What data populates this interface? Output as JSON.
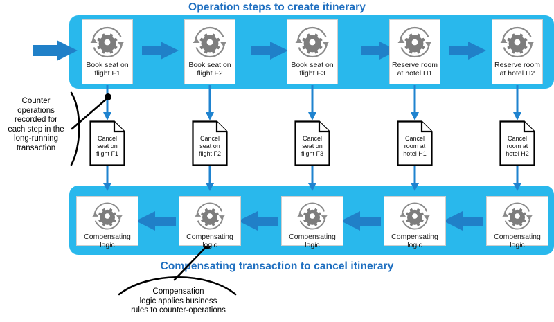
{
  "diagram": {
    "title_top": "Operation steps to create itinerary",
    "title_bottom": "Compensating transaction to cancel itinerary",
    "colors": {
      "band": "#29b8ec",
      "arrow": "#2080c8",
      "title_text": "#1f6fc0",
      "gear": "#7a7a7a",
      "box_bg": "#ffffff",
      "annotation_line": "#000000"
    },
    "steps": [
      {
        "label": "Book seat on\nflight F1",
        "icon": "operation-gear-icon"
      },
      {
        "label": "Book seat on\nflight F2",
        "icon": "operation-gear-icon"
      },
      {
        "label": "Book seat on\nflight F3",
        "icon": "operation-gear-icon"
      },
      {
        "label": "Reserve room\nat hotel H1",
        "icon": "operation-gear-icon"
      },
      {
        "label": "Reserve room\nat hotel H2",
        "icon": "operation-gear-icon"
      }
    ],
    "counter_operations": [
      {
        "label": "Cancel\nseat on\nflight F1",
        "icon": "document-icon"
      },
      {
        "label": "Cancel\nseat on\nflight F2",
        "icon": "document-icon"
      },
      {
        "label": "Cancel\nseat on\nflight F3",
        "icon": "document-icon"
      },
      {
        "label": "Cancel\nroom at\nhotel H1",
        "icon": "document-icon"
      },
      {
        "label": "Cancel\nroom at\nhotel H2",
        "icon": "document-icon"
      }
    ],
    "compensating_steps": [
      {
        "label": "Compensating\nlogic",
        "icon": "operation-gear-icon"
      },
      {
        "label": "Compensating\nlogic",
        "icon": "operation-gear-icon"
      },
      {
        "label": "Compensating\nlogic",
        "icon": "operation-gear-icon"
      },
      {
        "label": "Compensating\nlogic",
        "icon": "operation-gear-icon"
      },
      {
        "label": "Compensating\nlogic",
        "icon": "operation-gear-icon"
      }
    ],
    "annotations": {
      "left": "Counter\noperations\nrecorded for\neach step in the\nlong-running\ntransaction",
      "bottom": "Compensation\nlogic applies business\nrules to counter-operations"
    }
  }
}
